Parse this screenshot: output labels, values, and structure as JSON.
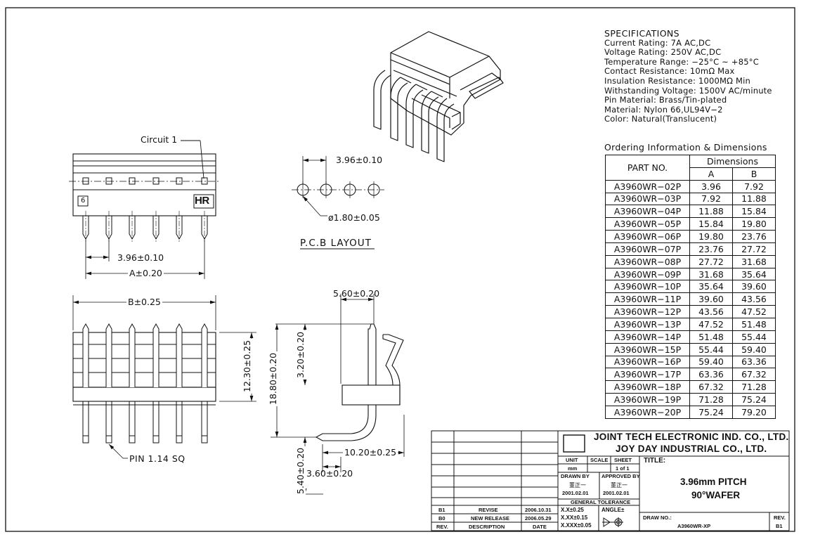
{
  "specifications": {
    "title": "SPECIFICATIONS",
    "lines": [
      "Current Rating: 7A AC,DC",
      "Voltage Rating: 250V AC,DC",
      "Temperature Range: −25°C ~ +85°C",
      "Contact Resistance: 10mΩ Max",
      "Insulation Resistance: 1000MΩ Min",
      "Withstanding Voltage: 1500V AC/minute",
      "Pin Material: Brass/Tin-plated",
      "Material: Nylon 66,UL94V−2",
      "Color: Natural(Translucent)"
    ]
  },
  "ordering": {
    "title": "Ordering Information & Dimensions",
    "part_header": "PART NO.",
    "dim_header": "Dimensions",
    "col_a": "A",
    "col_b": "B",
    "rows": [
      [
        "A3960WR−02P",
        "3.96",
        "7.92"
      ],
      [
        "A3960WR−03P",
        "7.92",
        "11.88"
      ],
      [
        "A3960WR−04P",
        "11.88",
        "15.84"
      ],
      [
        "A3960WR−05P",
        "15.84",
        "19.80"
      ],
      [
        "A3960WR−06P",
        "19.80",
        "23.76"
      ],
      [
        "A3960WR−07P",
        "23.76",
        "27.72"
      ],
      [
        "A3960WR−08P",
        "27.72",
        "31.68"
      ],
      [
        "A3960WR−09P",
        "31.68",
        "35.64"
      ],
      [
        "A3960WR−10P",
        "35.64",
        "39.60"
      ],
      [
        "A3960WR−11P",
        "39.60",
        "43.56"
      ],
      [
        "A3960WR−12P",
        "43.56",
        "47.52"
      ],
      [
        "A3960WR−13P",
        "47.52",
        "51.48"
      ],
      [
        "A3960WR−14P",
        "51.48",
        "55.44"
      ],
      [
        "A3960WR−15P",
        "55.44",
        "59.40"
      ],
      [
        "A3960WR−16P",
        "59.40",
        "63.36"
      ],
      [
        "A3960WR−17P",
        "63.36",
        "67.32"
      ],
      [
        "A3960WR−18P",
        "67.32",
        "71.28"
      ],
      [
        "A3960WR−19P",
        "71.28",
        "75.24"
      ],
      [
        "A3960WR−20P",
        "75.24",
        "79.20"
      ]
    ]
  },
  "front_view": {
    "circuit_label": "Circuit 1",
    "circuit_one_mark": "6",
    "logo_mark": "HR",
    "pitch_dim": "3.96±0.10",
    "a_dim": "A±0.20"
  },
  "pcb_layout": {
    "pitch_dim": "3.96±0.10",
    "hole_dim": "ø1.80±0.05",
    "title": "P.C.B LAYOUT"
  },
  "bottom_view": {
    "b_dim": "B±0.25",
    "height_dim": "12.30±0.25",
    "pin_label": "PIN 1.14 SQ"
  },
  "side_view": {
    "top_dim": "5.60±0.20",
    "upper_dim": "3.20±0.20",
    "total_dim": "18.80±0.20",
    "lower_dim": "5.40±0.20",
    "tail_dim": "10.20±0.25",
    "tip_dim": "3.60±0.20"
  },
  "title_block": {
    "company_1": "JOINT TECH ELECTRONIC IND. CO., LTD.",
    "company_2": "JOY DAY INDUSTRIAL CO., LTD.",
    "unit_label": "UNIT",
    "unit_value": "mm",
    "scale_label": "SCALE",
    "sheet_label": "SHEET",
    "sheet_value": "1 of 1",
    "title_label": "TITLE:",
    "title_1": "3.96mm PITCH",
    "title_2": "90°WAFER",
    "drawn_by_label": "DRAWN BY",
    "drawn_by_name": "董正一",
    "drawn_date": "2001.02.01",
    "approved_by_label": "APPROVED BY",
    "approved_by_name": "董正一",
    "approved_date": "2001.02.01",
    "general_tolerance": "GENERAL TOLERANCE",
    "tol_1": "X.X±0.25",
    "tol_2": "X.XX±0.15",
    "tol_3": "X.XXX±0.05",
    "angle": "ANGLE±",
    "drawing_no_label": "DRAW NO.:",
    "drawing_no": "A3960WR-XP",
    "rev_label": "REV.",
    "rev_value": "B1",
    "revisions": [
      {
        "rev": "B1",
        "desc": "REVISE",
        "date": "2006.10.31"
      },
      {
        "rev": "B0",
        "desc": "NEW RELEASE",
        "date": "2006.05.29"
      }
    ],
    "rev_header": "REV.",
    "desc_header": "DESCRIPTION",
    "date_header": "DATE"
  },
  "colors": {
    "line": "#111111",
    "paper": "#ffffff"
  }
}
